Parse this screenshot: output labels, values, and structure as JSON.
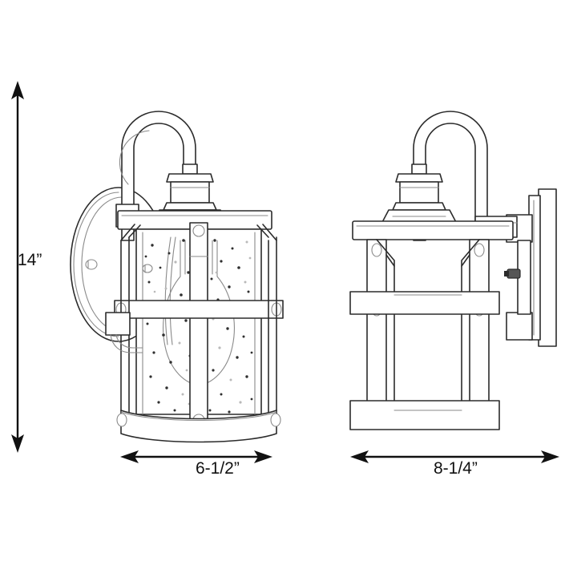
{
  "page": {
    "kind": "technical-dimension-drawing",
    "subject": "outdoor wall lantern sconce with gooseneck arm and seeded glass cylinder",
    "background_color": "#ffffff",
    "line_color": "#2b2b2b",
    "detail_line_color": "#777777",
    "arrow_color": "#111111"
  },
  "dimensions": {
    "height": {
      "label": "14”",
      "name": "overall-height"
    },
    "front_width": {
      "label": "6-1/2”",
      "name": "front-view-width"
    },
    "side_width": {
      "label": "8-1/4”",
      "name": "side-view-depth"
    }
  },
  "views": {
    "front": {
      "name": "front-elevation",
      "parts": [
        "circular-wall-backplate",
        "gooseneck-arm",
        "stepped-top-cap",
        "shade-collar-flange",
        "seeded-glass-cylinder",
        "vertical-cage-bar",
        "horizontal-cage-band",
        "bottom-rim-band",
        "lamp-bulb-silhouette"
      ]
    },
    "side": {
      "name": "side-elevation",
      "parts": [
        "rectangular-wall-backplate",
        "wall-mount-box",
        "set-screw",
        "gooseneck-arm",
        "stepped-top-cap",
        "shade-collar-flange",
        "cage-side-bars",
        "horizontal-cage-band",
        "bottom-rim-band"
      ]
    }
  }
}
